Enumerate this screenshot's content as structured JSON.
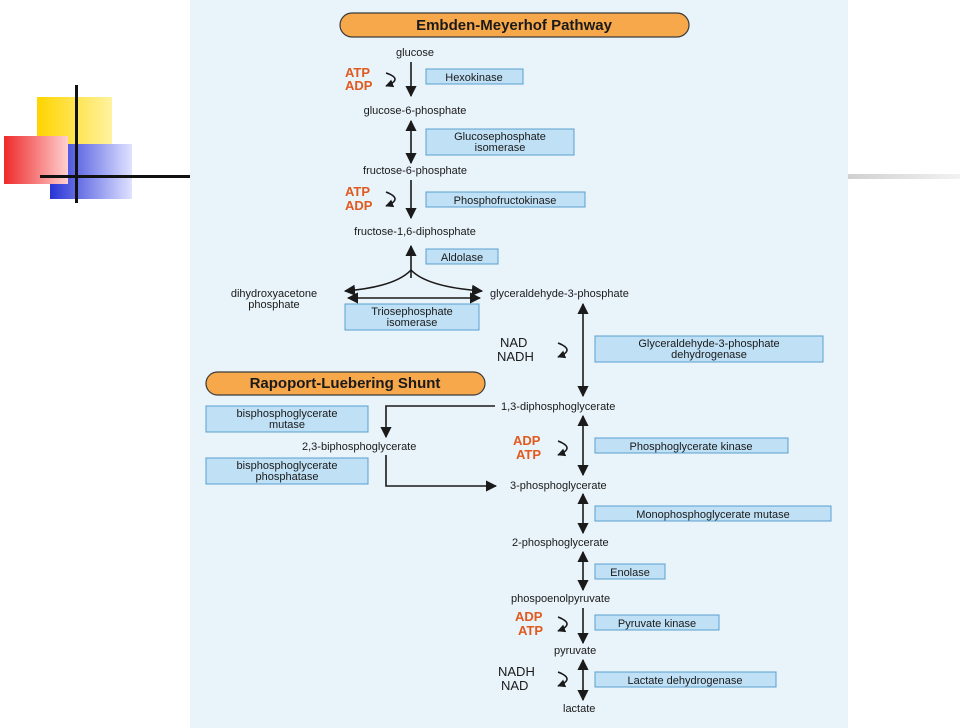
{
  "titles": {
    "main": "Embden-Meyerhof Pathway",
    "shunt": "Rapoport-Luebering Shunt"
  },
  "metabolites": {
    "glucose": "glucose",
    "g6p": "glucose-6-phosphate",
    "f6p": "fructose-6-phosphate",
    "f16dp": "fructose-1,6-diphosphate",
    "dhap_line1": "dihydroxyacetone",
    "dhap_line2": "phosphate",
    "gap": "glyceraldehyde-3-phosphate",
    "bpg13": "1,3-diphosphoglycerate",
    "bpg23": "2,3-biphosphoglycerate",
    "pg3": "3-phosphoglycerate",
    "pg2": "2-phosphoglycerate",
    "pep": "phospoenolpyruvate",
    "pyruvate": "pyruvate",
    "lactate": "lactate"
  },
  "enzymes": {
    "hexokinase": "Hexokinase",
    "gpi_line1": "Glucosephosphate",
    "gpi_line2": "isomerase",
    "pfk": "Phosphofructokinase",
    "aldolase": "Aldolase",
    "tpi_line1": "Triosephosphate",
    "tpi_line2": "isomerase",
    "gapdh_line1": "Glyceraldehyde-3-phosphate",
    "gapdh_line2": "dehydrogenase",
    "bpgm_line1": "bisphosphoglycerate",
    "bpgm_line2": "mutase",
    "bpgp_line1": "bisphosphoglycerate",
    "bpgp_line2": "phosphatase",
    "pgk": "Phosphoglycerate kinase",
    "pgm": "Monophosphoglycerate mutase",
    "enolase": "Enolase",
    "pk": "Pyruvate kinase",
    "ldh": "Lactate dehydrogenase"
  },
  "cofactors": {
    "hk_in": "ATP",
    "hk_out": "ADP",
    "pfk_in": "ATP",
    "pfk_out": "ADP",
    "gapdh_in": "NAD",
    "gapdh_out": "NADH",
    "pgk_in": "ADP",
    "pgk_out": "ATP",
    "pk_in": "ADP",
    "pk_out": "ATP",
    "ldh_in": "NADH",
    "ldh_out": "NAD"
  },
  "colors": {
    "panel_bg": "#e9f3fa",
    "enzyme_box": "#bfe0f5",
    "title_box": "#f7a84a",
    "cofactor_energy": "#e05a1f",
    "deco_yellow": "#ffd400",
    "deco_red": "#ee2a2a",
    "deco_blue": "#2733d6"
  }
}
